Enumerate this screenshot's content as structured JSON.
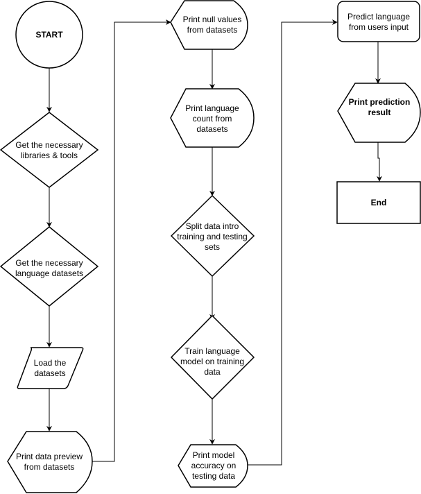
{
  "nodes": {
    "start": [
      "START"
    ],
    "libraries": [
      "Get the necessary",
      "libraries & tools"
    ],
    "datasets": [
      "Get the necessary",
      "language datasets"
    ],
    "load": [
      "Load the",
      "datasets"
    ],
    "preview": [
      "Print data preview",
      "from datasets"
    ],
    "nulls": [
      "Print null values",
      "from datasets"
    ],
    "count": [
      "Print language",
      "count from",
      "datasets"
    ],
    "split": [
      "Split data intro",
      "training and testing",
      "sets"
    ],
    "train": [
      "Train language",
      "model on training",
      "data"
    ],
    "accuracy": [
      "Print model",
      "accuracy on",
      "testing data"
    ],
    "predict": [
      "Predict language",
      "from users input"
    ],
    "result": [
      "Print prediction",
      "result"
    ],
    "end": [
      "End"
    ]
  }
}
